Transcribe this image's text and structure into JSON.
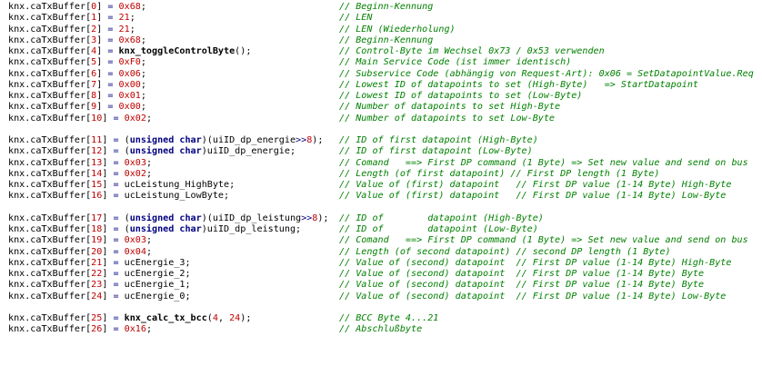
{
  "colors": {
    "background": "#ffffff",
    "text": "#000000",
    "number": "#c00000",
    "operator": "#000080",
    "keyword": "#000080",
    "comment": "#008000"
  },
  "lines": [
    {
      "code": [
        [
          "t",
          "knx.caTxBuffer["
        ],
        [
          "n",
          "0"
        ],
        [
          "t",
          "] "
        ],
        [
          "o",
          "="
        ],
        [
          "t",
          " "
        ],
        [
          "n",
          "0x68"
        ],
        [
          "t",
          ";"
        ]
      ],
      "comment": "// Beginn-Kennung"
    },
    {
      "code": [
        [
          "t",
          "knx.caTxBuffer["
        ],
        [
          "n",
          "1"
        ],
        [
          "t",
          "] "
        ],
        [
          "o",
          "="
        ],
        [
          "t",
          " "
        ],
        [
          "n",
          "21"
        ],
        [
          "t",
          ";"
        ]
      ],
      "comment": "// LEN"
    },
    {
      "code": [
        [
          "t",
          "knx.caTxBuffer["
        ],
        [
          "n",
          "2"
        ],
        [
          "t",
          "] "
        ],
        [
          "o",
          "="
        ],
        [
          "t",
          " "
        ],
        [
          "n",
          "21"
        ],
        [
          "t",
          ";"
        ]
      ],
      "comment": "// LEN (Wiederholung)"
    },
    {
      "code": [
        [
          "t",
          "knx.caTxBuffer["
        ],
        [
          "n",
          "3"
        ],
        [
          "t",
          "] "
        ],
        [
          "o",
          "="
        ],
        [
          "t",
          " "
        ],
        [
          "n",
          "0x68"
        ],
        [
          "t",
          ";"
        ]
      ],
      "comment": "// Beginn-Kennung"
    },
    {
      "code": [
        [
          "t",
          "knx.caTxBuffer["
        ],
        [
          "n",
          "4"
        ],
        [
          "t",
          "] "
        ],
        [
          "o",
          "="
        ],
        [
          "t",
          " "
        ],
        [
          "f",
          "knx_toggleControlByte"
        ],
        [
          "t",
          "();"
        ]
      ],
      "comment": "// Control-Byte im Wechsel 0x73 / 0x53 verwenden"
    },
    {
      "code": [
        [
          "t",
          "knx.caTxBuffer["
        ],
        [
          "n",
          "5"
        ],
        [
          "t",
          "] "
        ],
        [
          "o",
          "="
        ],
        [
          "t",
          " "
        ],
        [
          "n",
          "0xF0"
        ],
        [
          "t",
          ";"
        ]
      ],
      "comment": "// Main Service Code (ist immer identisch)"
    },
    {
      "code": [
        [
          "t",
          "knx.caTxBuffer["
        ],
        [
          "n",
          "6"
        ],
        [
          "t",
          "] "
        ],
        [
          "o",
          "="
        ],
        [
          "t",
          " "
        ],
        [
          "n",
          "0x06"
        ],
        [
          "t",
          ";"
        ]
      ],
      "comment": "// Subservice Code (abhängig von Request-Art): 0x06 = SetDatapointValue.Req"
    },
    {
      "code": [
        [
          "t",
          "knx.caTxBuffer["
        ],
        [
          "n",
          "7"
        ],
        [
          "t",
          "] "
        ],
        [
          "o",
          "="
        ],
        [
          "t",
          " "
        ],
        [
          "n",
          "0x00"
        ],
        [
          "t",
          ";"
        ]
      ],
      "comment": "// Lowest ID of datapoints to set (High-Byte)   => StartDatapoint"
    },
    {
      "code": [
        [
          "t",
          "knx.caTxBuffer["
        ],
        [
          "n",
          "8"
        ],
        [
          "t",
          "] "
        ],
        [
          "o",
          "="
        ],
        [
          "t",
          " "
        ],
        [
          "n",
          "0x01"
        ],
        [
          "t",
          ";"
        ]
      ],
      "comment": "// Lowest ID of datapoints to set (Low-Byte)"
    },
    {
      "code": [
        [
          "t",
          "knx.caTxBuffer["
        ],
        [
          "n",
          "9"
        ],
        [
          "t",
          "] "
        ],
        [
          "o",
          "="
        ],
        [
          "t",
          " "
        ],
        [
          "n",
          "0x00"
        ],
        [
          "t",
          ";"
        ]
      ],
      "comment": "// Number of datapoints to set High-Byte"
    },
    {
      "code": [
        [
          "t",
          "knx.caTxBuffer["
        ],
        [
          "n",
          "10"
        ],
        [
          "t",
          "] "
        ],
        [
          "o",
          "="
        ],
        [
          "t",
          " "
        ],
        [
          "n",
          "0x02"
        ],
        [
          "t",
          ";"
        ]
      ],
      "comment": "// Number of datapoints to set Low-Byte"
    },
    null,
    {
      "code": [
        [
          "t",
          "knx.caTxBuffer["
        ],
        [
          "n",
          "11"
        ],
        [
          "t",
          "] "
        ],
        [
          "o",
          "="
        ],
        [
          "t",
          " ("
        ],
        [
          "k",
          "unsigned char"
        ],
        [
          "t",
          ")(uiID_dp_energie"
        ],
        [
          "o",
          ">>"
        ],
        [
          "n",
          "8"
        ],
        [
          "t",
          ");"
        ]
      ],
      "comment": "// ID of first datapoint (High-Byte)"
    },
    {
      "code": [
        [
          "t",
          "knx.caTxBuffer["
        ],
        [
          "n",
          "12"
        ],
        [
          "t",
          "] "
        ],
        [
          "o",
          "="
        ],
        [
          "t",
          " ("
        ],
        [
          "k",
          "unsigned char"
        ],
        [
          "t",
          ")uiID_dp_energie;"
        ]
      ],
      "comment": "// ID of first datapoint (Low-Byte)"
    },
    {
      "code": [
        [
          "t",
          "knx.caTxBuffer["
        ],
        [
          "n",
          "13"
        ],
        [
          "t",
          "] "
        ],
        [
          "o",
          "="
        ],
        [
          "t",
          " "
        ],
        [
          "n",
          "0x03"
        ],
        [
          "t",
          ";"
        ]
      ],
      "comment": "// Comand   ==> First DP command (1 Byte) => Set new value and send on bus"
    },
    {
      "code": [
        [
          "t",
          "knx.caTxBuffer["
        ],
        [
          "n",
          "14"
        ],
        [
          "t",
          "] "
        ],
        [
          "o",
          "="
        ],
        [
          "t",
          " "
        ],
        [
          "n",
          "0x02"
        ],
        [
          "t",
          ";"
        ]
      ],
      "comment": "// Length (of first datapoint) // First DP length (1 Byte)"
    },
    {
      "code": [
        [
          "t",
          "knx.caTxBuffer["
        ],
        [
          "n",
          "15"
        ],
        [
          "t",
          "] "
        ],
        [
          "o",
          "="
        ],
        [
          "t",
          " ucLeistung_HighByte;"
        ]
      ],
      "comment": "// Value of (first) datapoint   // First DP value (1-14 Byte) High-Byte"
    },
    {
      "code": [
        [
          "t",
          "knx.caTxBuffer["
        ],
        [
          "n",
          "16"
        ],
        [
          "t",
          "] "
        ],
        [
          "o",
          "="
        ],
        [
          "t",
          " ucLeistung_LowByte;"
        ]
      ],
      "comment": "// Value of (first) datapoint   // First DP value (1-14 Byte) Low-Byte"
    },
    null,
    {
      "code": [
        [
          "t",
          "knx.caTxBuffer["
        ],
        [
          "n",
          "17"
        ],
        [
          "t",
          "] "
        ],
        [
          "o",
          "="
        ],
        [
          "t",
          " ("
        ],
        [
          "k",
          "unsigned char"
        ],
        [
          "t",
          ")(uiID_dp_leistung"
        ],
        [
          "o",
          ">>"
        ],
        [
          "n",
          "8"
        ],
        [
          "t",
          ");"
        ]
      ],
      "comment": "// ID of        datapoint (High-Byte)"
    },
    {
      "code": [
        [
          "t",
          "knx.caTxBuffer["
        ],
        [
          "n",
          "18"
        ],
        [
          "t",
          "] "
        ],
        [
          "o",
          "="
        ],
        [
          "t",
          " ("
        ],
        [
          "k",
          "unsigned char"
        ],
        [
          "t",
          ")uiID_dp_leistung;"
        ]
      ],
      "comment": "// ID of        datapoint (Low-Byte)"
    },
    {
      "code": [
        [
          "t",
          "knx.caTxBuffer["
        ],
        [
          "n",
          "19"
        ],
        [
          "t",
          "] "
        ],
        [
          "o",
          "="
        ],
        [
          "t",
          " "
        ],
        [
          "n",
          "0x03"
        ],
        [
          "t",
          ";"
        ]
      ],
      "comment": "// Comand   ==> First DP command (1 Byte) => Set new value and send on bus"
    },
    {
      "code": [
        [
          "t",
          "knx.caTxBuffer["
        ],
        [
          "n",
          "20"
        ],
        [
          "t",
          "] "
        ],
        [
          "o",
          "="
        ],
        [
          "t",
          " "
        ],
        [
          "n",
          "0x04"
        ],
        [
          "t",
          ";"
        ]
      ],
      "comment": "// Length (of second datapoint) // second DP length (1 Byte)"
    },
    {
      "code": [
        [
          "t",
          "knx.caTxBuffer["
        ],
        [
          "n",
          "21"
        ],
        [
          "t",
          "] "
        ],
        [
          "o",
          "="
        ],
        [
          "t",
          " ucEnergie_3;"
        ]
      ],
      "comment": "// Value of (second) datapoint  // First DP value (1-14 Byte) High-Byte"
    },
    {
      "code": [
        [
          "t",
          "knx.caTxBuffer["
        ],
        [
          "n",
          "22"
        ],
        [
          "t",
          "] "
        ],
        [
          "o",
          "="
        ],
        [
          "t",
          " ucEnergie_2;"
        ]
      ],
      "comment": "// Value of (second) datapoint  // First DP value (1-14 Byte) Byte"
    },
    {
      "code": [
        [
          "t",
          "knx.caTxBuffer["
        ],
        [
          "n",
          "23"
        ],
        [
          "t",
          "] "
        ],
        [
          "o",
          "="
        ],
        [
          "t",
          " ucEnergie_1;"
        ]
      ],
      "comment": "// Value of (second) datapoint  // First DP value (1-14 Byte) Byte"
    },
    {
      "code": [
        [
          "t",
          "knx.caTxBuffer["
        ],
        [
          "n",
          "24"
        ],
        [
          "t",
          "] "
        ],
        [
          "o",
          "="
        ],
        [
          "t",
          " ucEnergie_0;"
        ]
      ],
      "comment": "// Value of (second) datapoint  // First DP value (1-14 Byte) Low-Byte"
    },
    null,
    {
      "code": [
        [
          "t",
          "knx.caTxBuffer["
        ],
        [
          "n",
          "25"
        ],
        [
          "t",
          "] "
        ],
        [
          "o",
          "="
        ],
        [
          "t",
          " "
        ],
        [
          "f",
          "knx_calc_tx_bcc"
        ],
        [
          "t",
          "("
        ],
        [
          "n",
          "4"
        ],
        [
          "t",
          ", "
        ],
        [
          "n",
          "24"
        ],
        [
          "t",
          ");"
        ]
      ],
      "comment": "// BCC Byte 4...21"
    },
    {
      "code": [
        [
          "t",
          "knx.caTxBuffer["
        ],
        [
          "n",
          "26"
        ],
        [
          "t",
          "] "
        ],
        [
          "o",
          "="
        ],
        [
          "t",
          " "
        ],
        [
          "n",
          "0x16"
        ],
        [
          "t",
          ";"
        ]
      ],
      "comment": "// Abschlußbyte"
    }
  ]
}
